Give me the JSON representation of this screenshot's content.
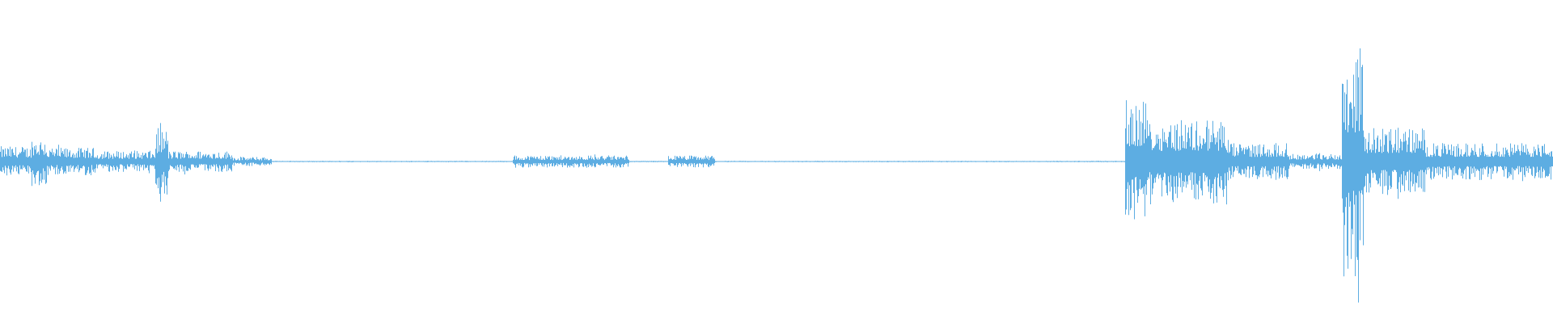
{
  "waveform": {
    "color": "#5DADE2",
    "background": "#ffffff",
    "duration_fraction_segments": [
      {
        "start": 0.0,
        "end": 0.02,
        "amplitude": 0.1
      },
      {
        "start": 0.02,
        "end": 0.03,
        "amplitude": 0.16
      },
      {
        "start": 0.03,
        "end": 0.06,
        "amplitude": 0.09
      },
      {
        "start": 0.06,
        "end": 0.1,
        "amplitude": 0.07
      },
      {
        "start": 0.1,
        "end": 0.108,
        "amplitude": 0.22
      },
      {
        "start": 0.108,
        "end": 0.15,
        "amplitude": 0.07
      },
      {
        "start": 0.15,
        "end": 0.175,
        "amplitude": 0.03
      },
      {
        "start": 0.175,
        "end": 0.33,
        "amplitude": 0.004
      },
      {
        "start": 0.33,
        "end": 0.405,
        "amplitude": 0.04
      },
      {
        "start": 0.405,
        "end": 0.43,
        "amplitude": 0.004
      },
      {
        "start": 0.43,
        "end": 0.46,
        "amplitude": 0.04
      },
      {
        "start": 0.46,
        "end": 0.724,
        "amplitude": 0.004
      },
      {
        "start": 0.724,
        "end": 0.74,
        "amplitude": 0.4
      },
      {
        "start": 0.74,
        "end": 0.79,
        "amplitude": 0.28
      },
      {
        "start": 0.79,
        "end": 0.83,
        "amplitude": 0.12
      },
      {
        "start": 0.83,
        "end": 0.864,
        "amplitude": 0.05
      },
      {
        "start": 0.864,
        "end": 0.878,
        "amplitude": 0.75
      },
      {
        "start": 0.878,
        "end": 0.918,
        "amplitude": 0.22
      },
      {
        "start": 0.918,
        "end": 1.0,
        "amplitude": 0.12
      }
    ]
  }
}
